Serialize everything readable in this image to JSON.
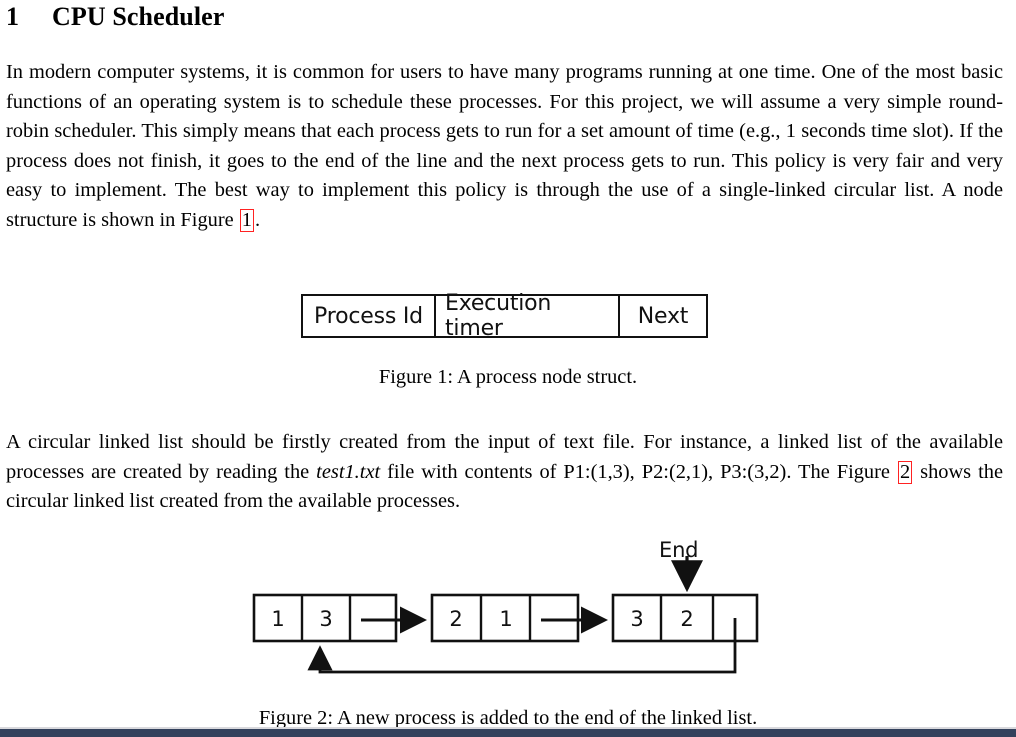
{
  "document": {
    "section": {
      "number": "1",
      "title": "CPU Scheduler"
    },
    "paragraph_1": {
      "before_ref": "In modern computer systems, it is common for users to have many programs running at one time. One of the most basic functions of an operating system is to schedule these processes. For this project, we will assume a very simple round-robin scheduler. This simply means that each process gets to run for a set amount of time (e.g., 1 seconds time slot). If the process does not finish, it goes to the end of the line and the next process gets to run. This policy is very fair and very easy to implement. The best way to implement this policy is through the use of a single-linked circular list. A node structure is shown in Figure ",
      "ref_label": "1",
      "after_ref": "."
    },
    "paragraph_2": {
      "segment_1": "A circular linked list should be firstly created from the input of text file. For instance, a linked list of the available processes are created by reading the ",
      "italic_file": "test1.txt",
      "segment_2": " file with contents of P1:(1,3), P2:(2,1), P3:(3,2). The Figure ",
      "ref_label": "2",
      "segment_3": " shows the circular linked list created from the available processes."
    },
    "figure_1": {
      "struct_cells": [
        "Process Id",
        "Execution timer",
        "Next"
      ],
      "caption": "Figure 1: A process node struct."
    },
    "figure_2": {
      "end_label": "End",
      "caption": "Figure 2: A new process is added to the end of the linked list.",
      "nodes": [
        {
          "process_id": "1",
          "execution_timer": "3"
        },
        {
          "process_id": "2",
          "execution_timer": "1"
        },
        {
          "process_id": "3",
          "execution_timer": "2"
        }
      ]
    },
    "colors": {
      "page_background": "#ffffff",
      "text": "#000000",
      "hyperref_box": "#ff2222",
      "diagram_stroke": "#111111",
      "bottom_bar": "#33415c"
    }
  }
}
